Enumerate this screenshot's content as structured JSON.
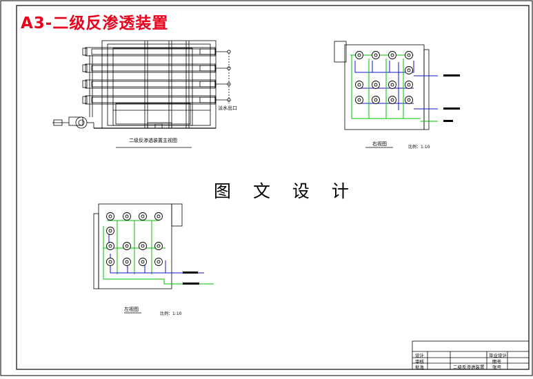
{
  "drawing": {
    "title": "A3-二级反渗透装置",
    "center_text": "图 文 设 计",
    "front_view": {
      "caption": "二级反渗透装置主视图",
      "outlet_label": "淡水出口"
    },
    "right_view": {
      "caption": "右视图",
      "scale": "比例：1:10"
    },
    "left_view": {
      "caption": "左视图",
      "scale": "比例：1:10"
    }
  },
  "title_block": {
    "rows": [
      {
        "role": "设计",
        "right_label": "毕业设计"
      },
      {
        "role": "审核",
        "right_label": "图号"
      },
      {
        "role": "批准",
        "right_label": "张号"
      }
    ],
    "drawing_name": "二级反渗透装置"
  },
  "colors": {
    "title": "#e8001c",
    "pipe_blue": "#1010d0",
    "pipe_green": "#00c000",
    "line": "#000000"
  }
}
